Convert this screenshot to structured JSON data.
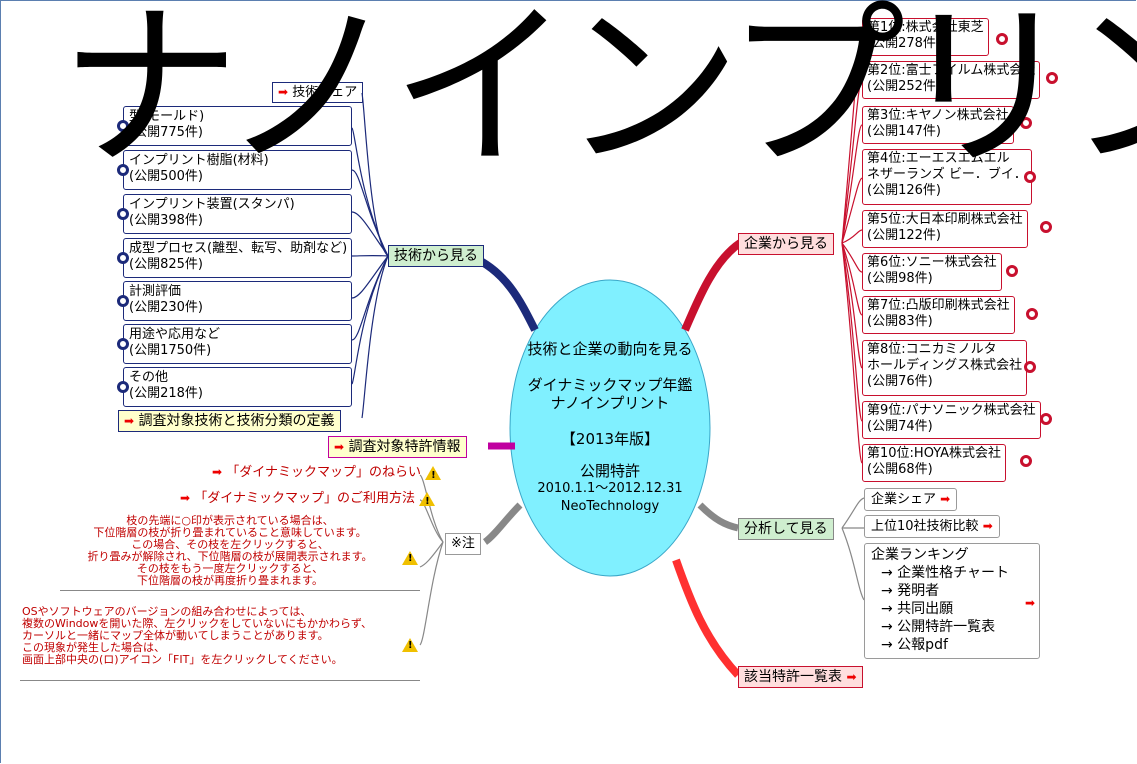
{
  "center": {
    "title": "技術と企業の動向を見る",
    "line1": "ダイナミックマップ年鑑",
    "line2": "ナノインプリント",
    "edition": "【2013年版】",
    "kind": "公開特許",
    "period": "2010.1.1～2012.12.31",
    "publisher": "NeoTechnology"
  },
  "tech": {
    "hub": "技術から見る",
    "share": "技術シェア",
    "items": [
      {
        "name": "型(モールド)",
        "count": "(公開775件)"
      },
      {
        "name": "インプリント樹脂(材料)",
        "count": "(公開500件)"
      },
      {
        "name": "インプリント装置(スタンパ)",
        "count": "(公開398件)"
      },
      {
        "name": "成型プロセス(離型、転写、助剤など)",
        "count": "(公開825件)"
      },
      {
        "name": "計測評価",
        "count": "(公開230件)"
      },
      {
        "name": "用途や応用など",
        "count": "(公開1750件)"
      },
      {
        "name": "その他",
        "count": "(公開218件)"
      }
    ],
    "definition": "調査対象技術と技術分類の定義"
  },
  "survey": "調査対象特許情報",
  "notes": {
    "hub": "※注",
    "aim": "「ダイナミックマップ」のねらい",
    "usage": "「ダイナミックマップ」のご利用方法",
    "note1": [
      "枝の先端に○印が表示されている場合は、",
      "下位階層の枝が折り畳まれていること意味しています。",
      "この場合、その枝を左クリックすると、",
      "折り畳みが解除され、下位階層の枝が展開表示されます。",
      "その枝をもう一度左クリックすると、",
      "下位階層の枝が再度折り畳まれます。"
    ],
    "note2": [
      "OSやソフトウェアのバージョンの組み合わせによっては、",
      "複数のWindowを開いた際、左クリックをしていないにもかかわらず、",
      "カーソルと一緒にマップ全体が動いてしまうことがあります。",
      "この現象が発生した場合は、",
      "画面上部中央の(ロ)アイコン「FIT」を左クリックしてください。"
    ]
  },
  "company": {
    "hub": "企業から見る",
    "items": [
      {
        "l1": "第1位:株式会社東芝",
        "l2": "(公開278件)"
      },
      {
        "l1": "第2位:富士フイルム株式会社",
        "l2": "(公開252件)"
      },
      {
        "l1": "第3位:キヤノン株式会社",
        "l2": "(公開147件)"
      },
      {
        "l1": "第4位:エーエスエムエル",
        "l1b": "ネザーランズ ビー．ブイ．",
        "l2": "(公開126件)"
      },
      {
        "l1": "第5位:大日本印刷株式会社",
        "l2": "(公開122件)"
      },
      {
        "l1": "第6位:ソニー株式会社",
        "l2": "(公開98件)"
      },
      {
        "l1": "第7位:凸版印刷株式会社",
        "l2": "(公開83件)"
      },
      {
        "l1": "第8位:コニカミノルタ",
        "l1b": "ホールディングス株式会社",
        "l2": "(公開76件)"
      },
      {
        "l1": "第9位:パナソニック株式会社",
        "l2": "(公開74件)"
      },
      {
        "l1": "第10位:HOYA株式会社",
        "l2": "(公開68件)"
      }
    ]
  },
  "analysis": {
    "hub": "分析して見る",
    "share": "企業シェア",
    "top10": "上位10社技術比較",
    "ranking": {
      "title": "企業ランキング",
      "items": [
        "→ 企業性格チャート",
        "→ 発明者",
        "→ 共同出願",
        "→ 公開特許一覧表",
        "→ 公報pdf"
      ]
    }
  },
  "patent_list": "該当特許一覧表",
  "watermark": "ナノインプリント サンプル"
}
